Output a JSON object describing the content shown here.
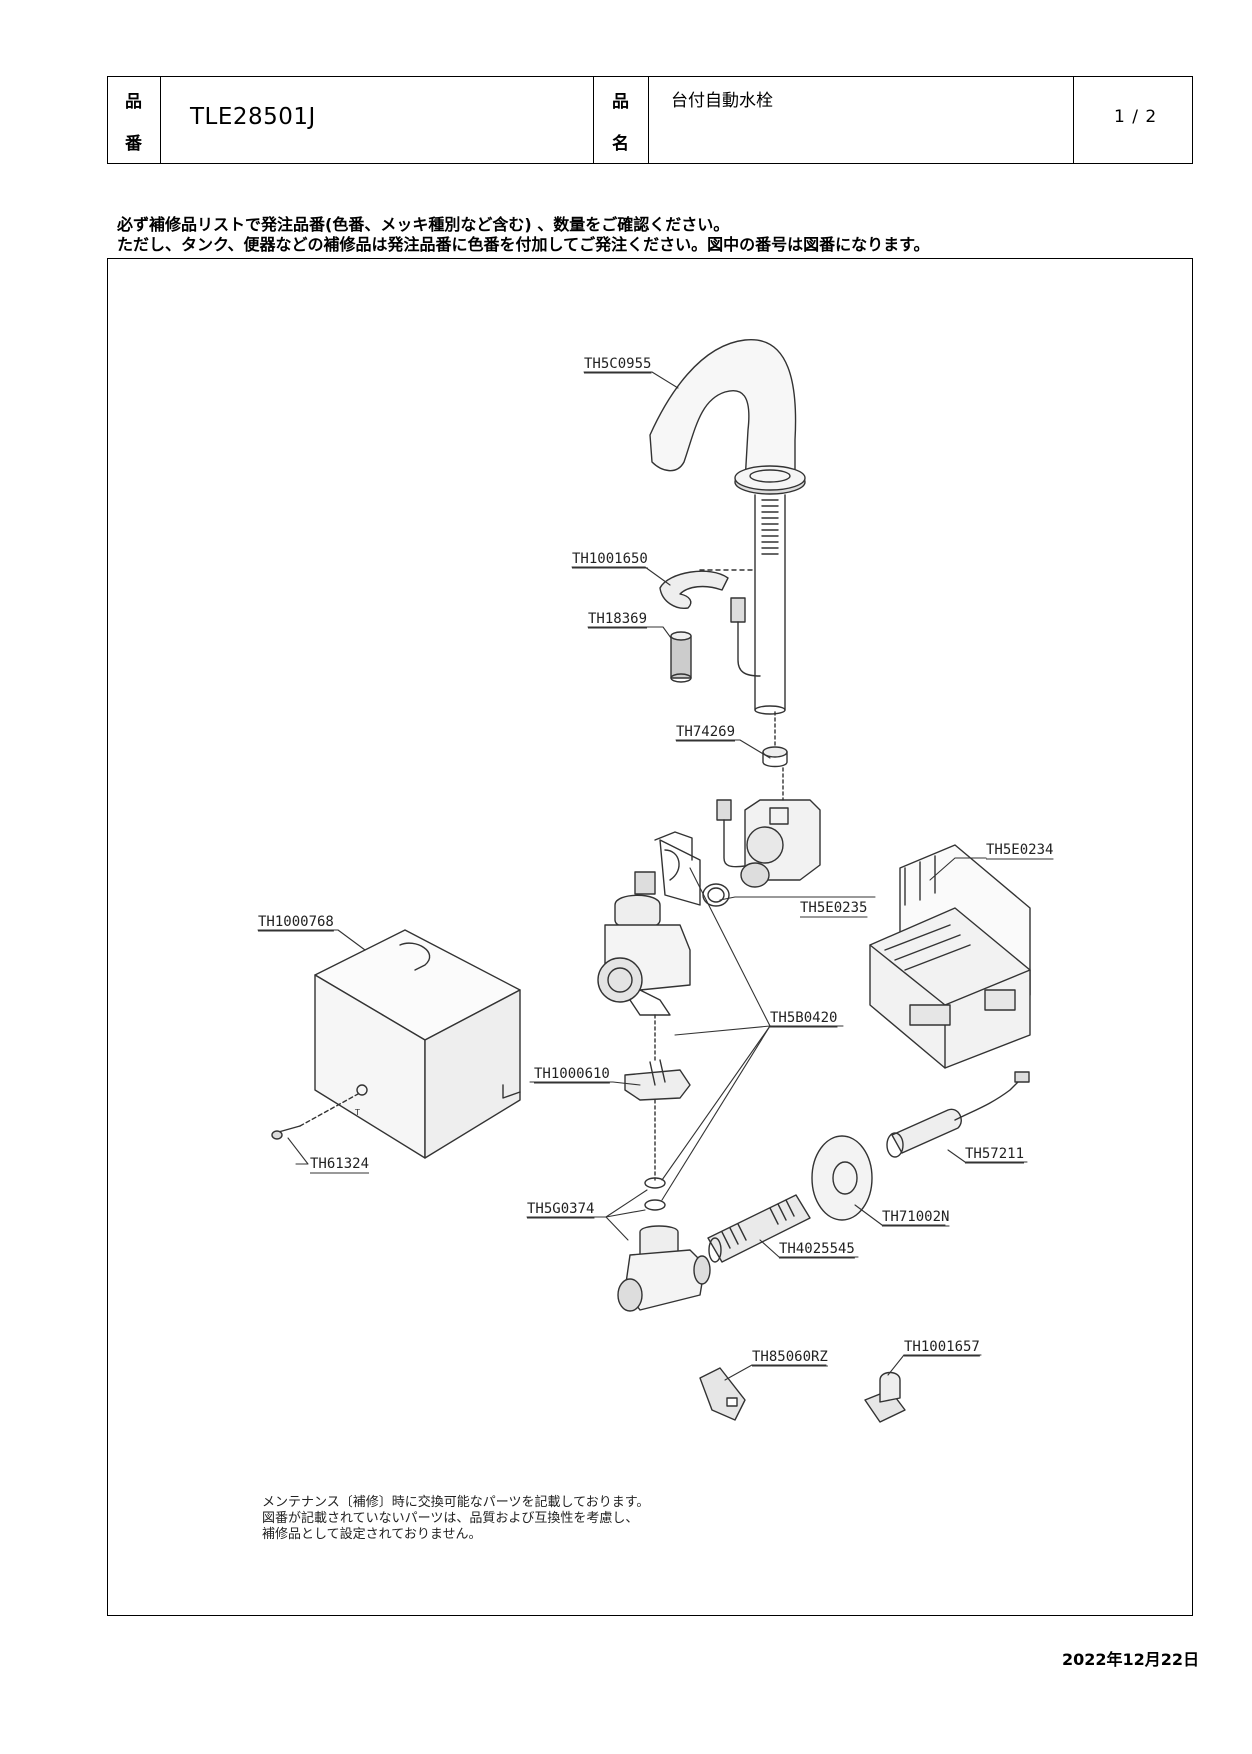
{
  "header": {
    "part_no_label_1": "品",
    "part_no_label_2": "番",
    "part_number": "TLE28501J",
    "name_label_1": "品",
    "name_label_2": "名",
    "product_name": "台付自動水栓",
    "page": "1 / 2"
  },
  "notice": {
    "line1": "必ず補修品リストで発注品番(色番、メッキ種別など含む) 、数量をご確認ください。",
    "line2": "ただし、タンク、便器などの補修品は発注品番に色番を付加してご発注ください。図中の番号は図番になります。"
  },
  "parts": {
    "spout": "TH5C0955",
    "plate": "TH1001650",
    "spacer": "TH18369",
    "nut": "TH74269",
    "cartridge": "TH5E0234",
    "valve_body": "TH5E0235",
    "cover": "TH1000768",
    "packing_set": "TH5B0420",
    "clip": "TH1000610",
    "screw": "TH61324",
    "battery": "TH57211",
    "gasket": "TH5G0374",
    "flange": "TH71002N",
    "pipe": "TH4025545",
    "key": "TH85060RZ",
    "handle": "TH1001657"
  },
  "footnote": {
    "line1": "メンテナンス〔補修〕時に交換可能なパーツを記載しております。",
    "line2": "図番が記載されていないパーツは、品質および互換性を考慮し、",
    "line3": "補修品として設定されておりません。"
  },
  "date": "2022年12月22日"
}
